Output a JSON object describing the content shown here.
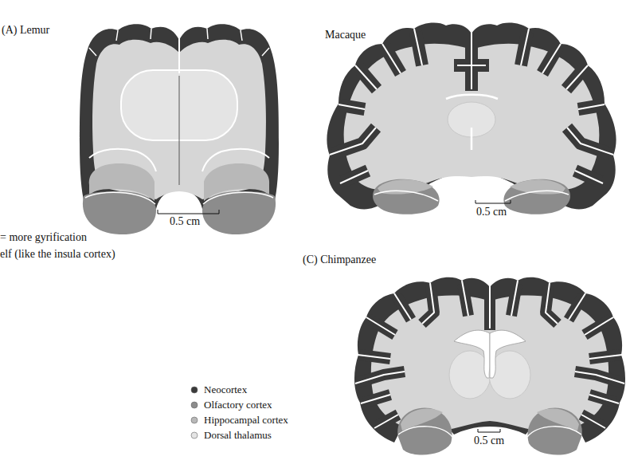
{
  "diagram": {
    "labels": [
      "(A) Lemur",
      "Macaque",
      "0.5 cm",
      "0.5 cm",
      "= more gyrification",
      "elf (like the insula cortex)",
      "(C) Chimpanzee",
      "0.5 cm"
    ],
    "legend": [
      {
        "text": "Neocortex",
        "color": "#3a3a3a"
      },
      {
        "text": "Olfactory cortex",
        "color": "#8c8c8c"
      },
      {
        "text": "Hippocampal cortex",
        "color": "#b8b8b8"
      },
      {
        "text": "Dorsal thalamus",
        "color": "#e4e4e4"
      }
    ]
  }
}
